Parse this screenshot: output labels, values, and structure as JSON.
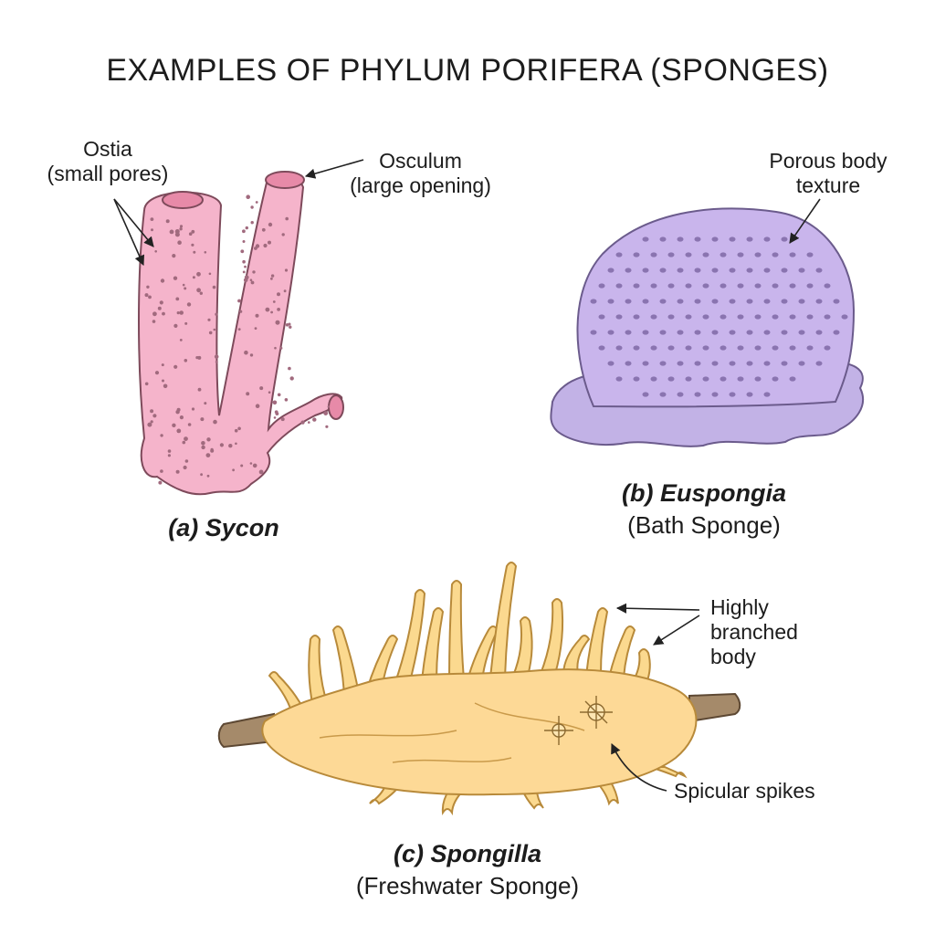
{
  "title": "EXAMPLES OF PHYLUM PORIFERA (SPONGES)",
  "specimens": [
    {
      "id": "sycon",
      "name": "(a) Sycon",
      "common": "",
      "color": "#f2a9c4",
      "labels": [
        {
          "line1": "Ostia",
          "line2": "(small pores)"
        },
        {
          "line1": "Osculum",
          "line2": "(large opening)"
        }
      ]
    },
    {
      "id": "euspongia",
      "name": "(b) Euspongia",
      "common": "(Bath Sponge)",
      "color": "#c3b1e6",
      "labels": [
        {
          "line1": "Porous body",
          "line2": "texture"
        }
      ]
    },
    {
      "id": "spongilla",
      "name": "(c) Spongilla",
      "common": "(Freshwater Sponge)",
      "color": "#fbd98f",
      "labels": [
        {
          "line1": "Highly",
          "line2": "branched",
          "line3": "body"
        },
        {
          "line1": "Spicular spikes"
        }
      ]
    }
  ]
}
